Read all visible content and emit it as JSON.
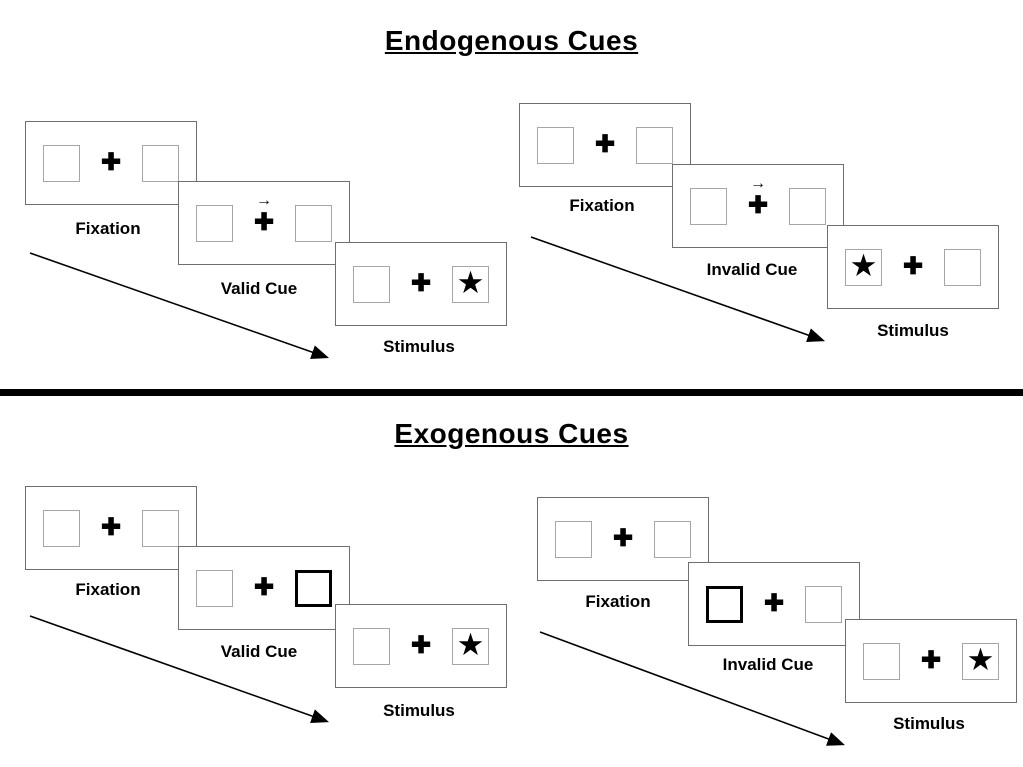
{
  "titles": {
    "endogenous": "Endogenous Cues",
    "exogenous": "Exogenous Cues"
  },
  "labels": {
    "fixation": "Fixation",
    "valid_cue": "Valid Cue",
    "invalid_cue": "Invalid Cue",
    "stimulus": "Stimulus"
  },
  "glyphs": {
    "plus": "✚",
    "cue_arrow": "→",
    "star": "★"
  }
}
